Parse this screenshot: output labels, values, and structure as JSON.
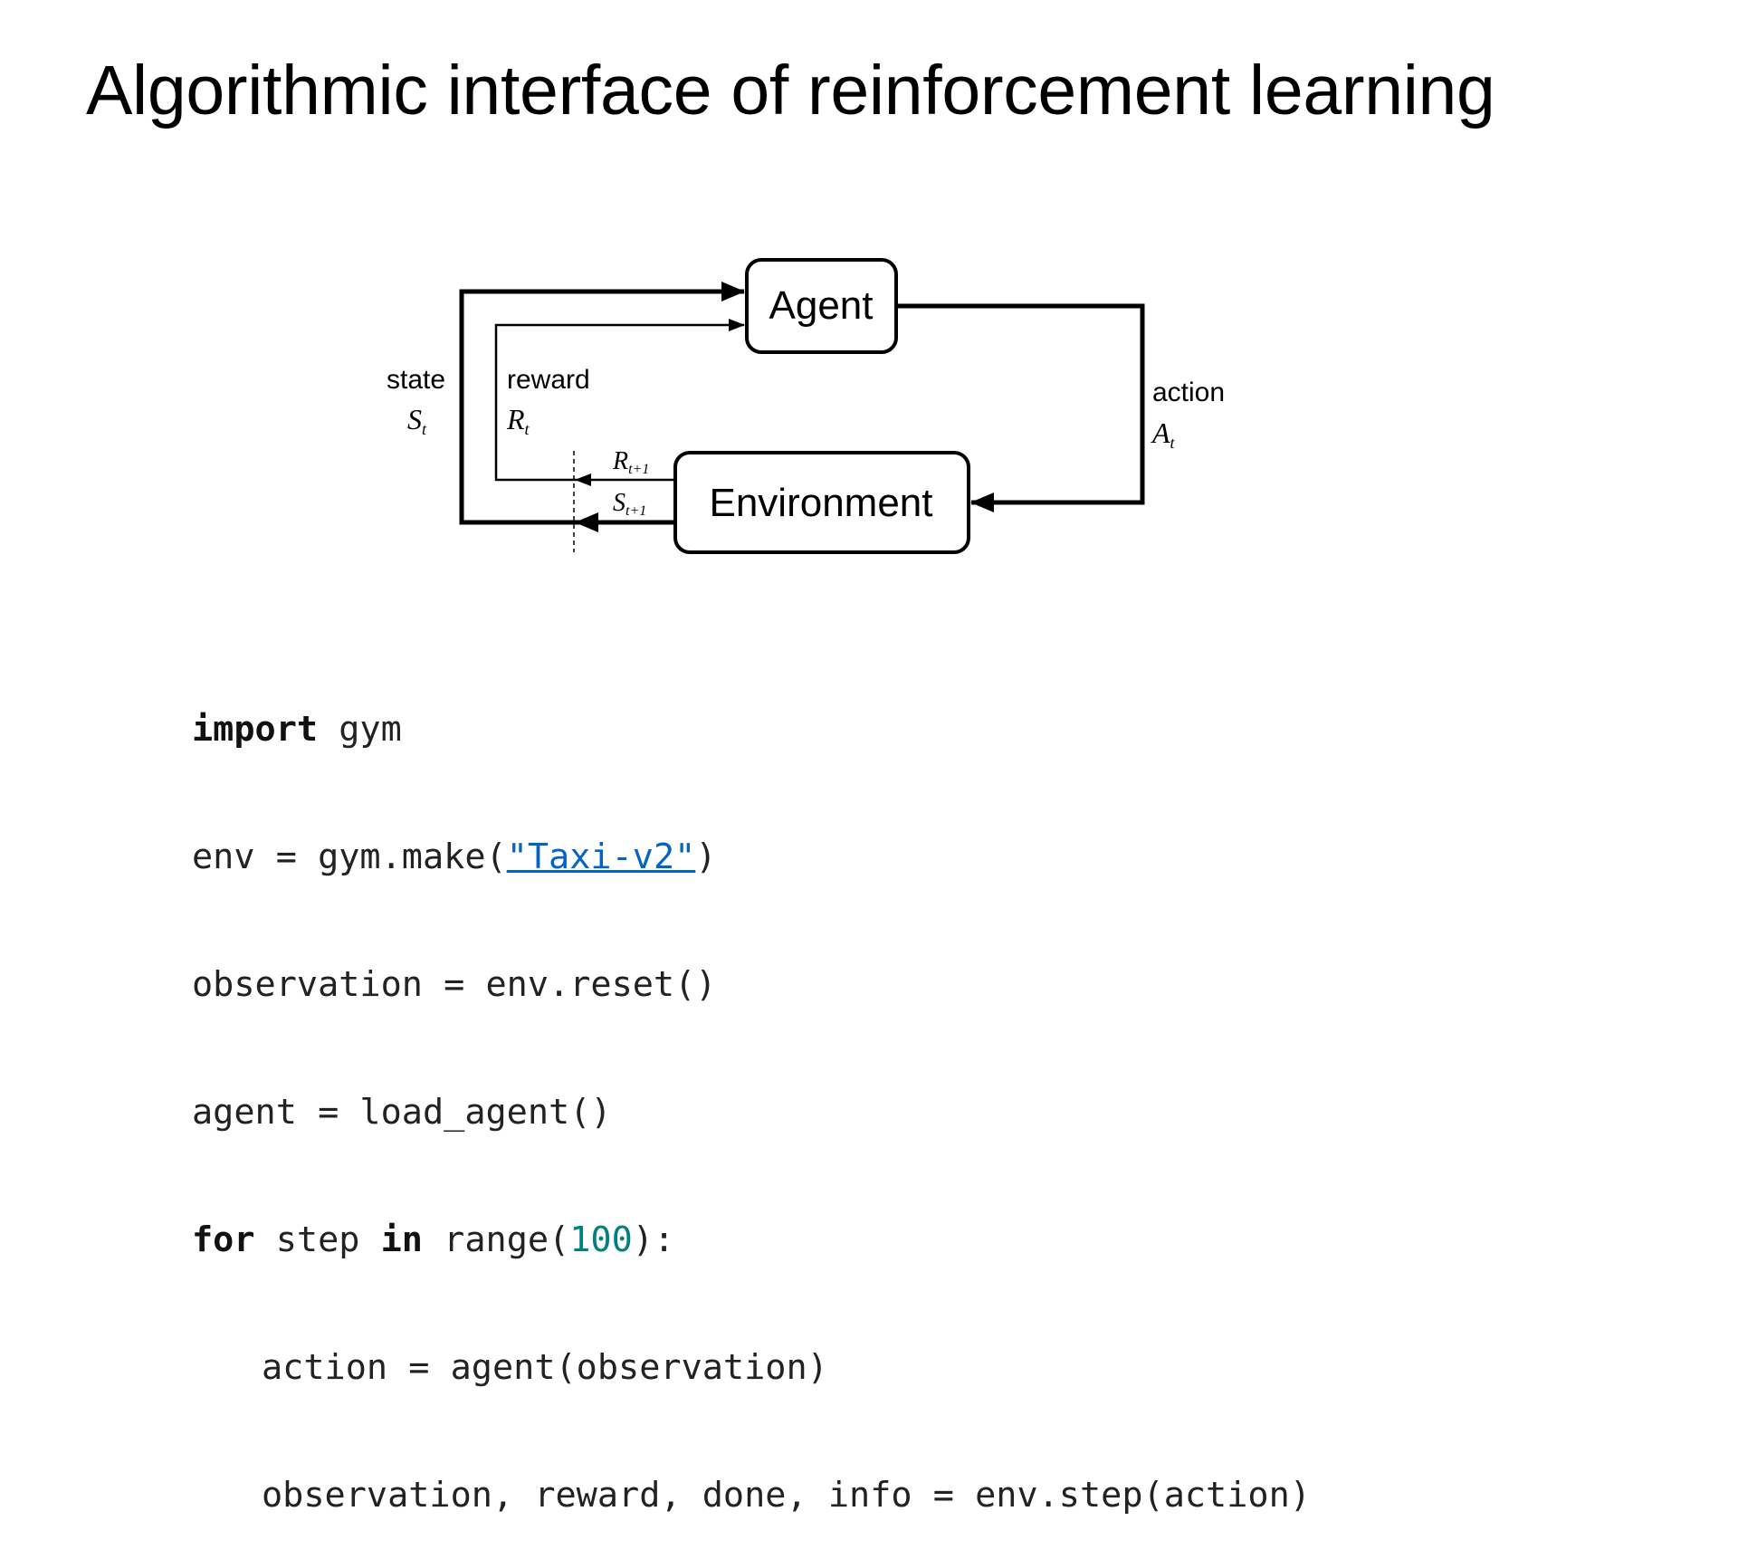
{
  "title": "Algorithmic interface of reinforcement learning",
  "diagram": {
    "agent_label": "Agent",
    "environment_label": "Environment",
    "state_label": "state",
    "state_symbol": "S",
    "state_sub": "t",
    "reward_label": "reward",
    "reward_symbol": "R",
    "reward_sub": "t",
    "action_label": "action",
    "action_symbol": "A",
    "action_sub": "t",
    "next_reward_symbol": "R",
    "next_reward_sub": "t+1",
    "next_state_symbol": "S",
    "next_state_sub": "t+1"
  },
  "code": {
    "line1": {
      "kw": "import",
      "rest": " gym"
    },
    "line2": {
      "pre": "env = gym.make(",
      "link": "\"Taxi-v2\"",
      "post": ")"
    },
    "line3": "observation = env.reset()",
    "line4": "agent = load_agent()",
    "line5": {
      "kw1": "for",
      "mid1": " step ",
      "kw2": "in",
      "mid2": " range(",
      "num": "100",
      "post": "):"
    },
    "line6": "action = agent(observation)",
    "line7": "observation, reward, done, info = env.step(action)"
  },
  "colors": {
    "link": "#0563c1",
    "number": "#008080",
    "text": "#222222"
  }
}
